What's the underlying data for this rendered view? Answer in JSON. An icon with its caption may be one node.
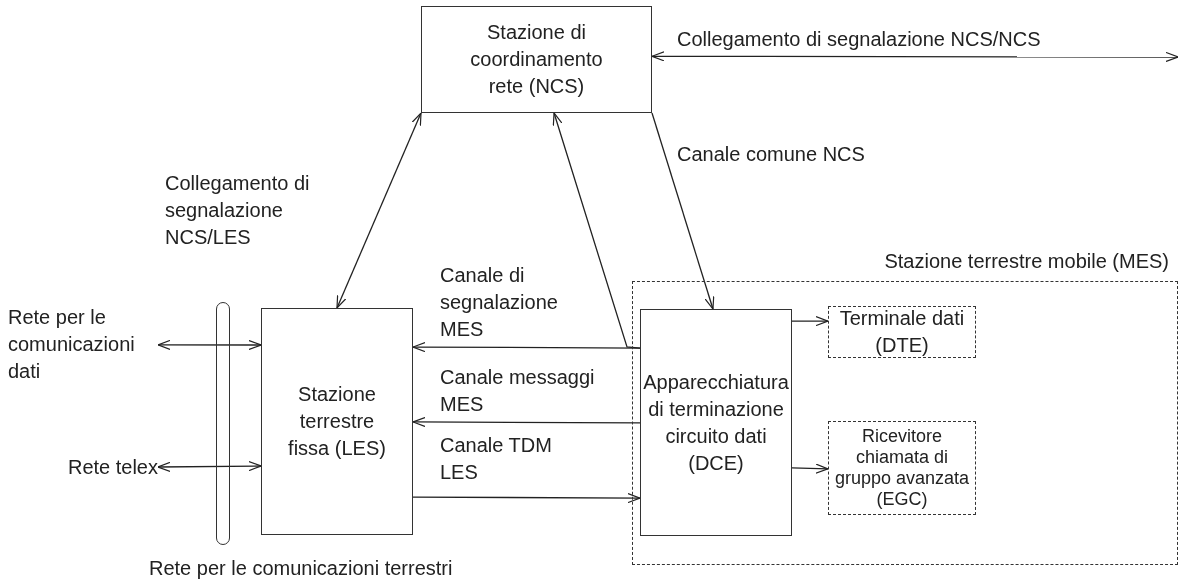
{
  "diagram": {
    "nodes": [
      {
        "text": [
          "Stazione di coordinamento rete (NCS)"
        ]
      },
      {
        "text": [
          "Rete per le comunicazioni dati"
        ]
      },
      {
        "text": [
          "Rete telex"
        ]
      },
      {
        "text": [],
        "shape": "bar",
        "beside": [
          "Rete per le comunicazioni terrestri"
        ]
      },
      {
        "text": [
          "Stazione terrestre fissa (LES)"
        ]
      },
      {
        "text": [
          "Stazione terrestre mobile (MES)"
        ]
      },
      {
        "text": [
          "Apparecchiatura di terminazione circuito dati (DCE)"
        ],
        "in": 5
      },
      {
        "text": [
          "Terminale dati (DTE)"
        ],
        "in": 5
      },
      {
        "text": [
          "Ricevitore chiamata di gruppo avanzata (EGC)"
        ],
        "in": 5
      }
    ],
    "edges": [
      {
        "from": 0,
        "to": null,
        "arrow": "both",
        "label": "Collegamento di segnalazione NCS/NCS"
      },
      {
        "from": 4,
        "to": 0,
        "arrow": "both",
        "label": "Collegamento di segnalazione NCS/LES"
      },
      {
        "from": 6,
        "to": 0,
        "arrow": "to"
      },
      {
        "from": 6,
        "to": 4,
        "arrow": "to",
        "label": "Canale di segnalazione MES"
      },
      {
        "from": 0,
        "to": 6,
        "arrow": "to",
        "label": "Canale comune NCS"
      },
      {
        "from": 6,
        "to": 4,
        "arrow": "to",
        "label": "Canale messaggi MES"
      },
      {
        "from": 4,
        "to": 6,
        "arrow": "to",
        "label": "Canale TDM LES"
      },
      {
        "from": 6,
        "to": 7,
        "arrow": "to"
      },
      {
        "from": 6,
        "to": 8,
        "arrow": "to"
      },
      {
        "from": 1,
        "to": 4,
        "arrow": "both"
      },
      {
        "from": 2,
        "to": 4,
        "arrow": "both"
      }
    ]
  }
}
